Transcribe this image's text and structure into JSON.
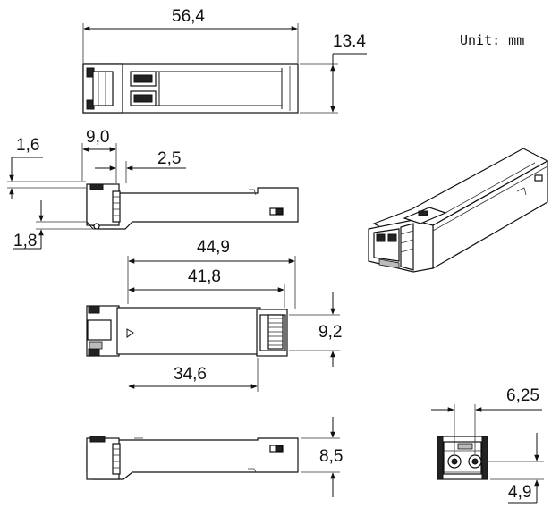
{
  "unit_label": "Unit: mm",
  "dimensions": {
    "top_length": "56,4",
    "top_height": "13.4",
    "side_1_6": "1,6",
    "side_9_0": "9,0",
    "side_2_5": "2,5",
    "side_1_8": "1,8",
    "plan_44_9": "44,9",
    "plan_41_8": "41,8",
    "plan_34_6": "34,6",
    "plan_9_2": "9,2",
    "bottom_8_5": "8,5",
    "front_6_25": "6,25",
    "front_4_9": "4,9"
  }
}
